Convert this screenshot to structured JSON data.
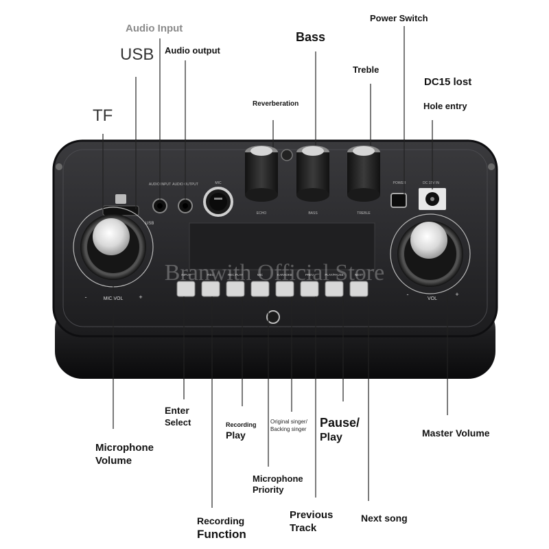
{
  "labels": {
    "audio_input": "Audio Input",
    "usb": "USB",
    "audio_output": "Audio output",
    "tf": "TF",
    "bass": "Bass",
    "power_switch": "Power Switch",
    "treble": "Treble",
    "dc15_lost": "DC15 lost",
    "hole_entry": "Hole entry",
    "reverberation": "Reverberation",
    "enter": "Enter",
    "select": "Select",
    "recording_small": "Recording",
    "play": "Play",
    "original_singer": "Original singer/",
    "backing_singer": "Backing singer",
    "pause": "Pause/",
    "pause_play": "Play",
    "master_volume": "Master Volume",
    "microphone": "Microphone",
    "volume": "Volume",
    "microphone_priority_1": "Microphone",
    "microphone_priority_2": "Priority",
    "recording": "Recording",
    "function": "Function",
    "previous": "Previous",
    "track": "Track",
    "next_song": "Next song"
  },
  "panel_text": {
    "audio_in": "AUDIO INPUT",
    "audio_out": "AUDIO OUTPUT",
    "mic": "MIC",
    "echo": "ECHO",
    "bass": "BASS",
    "treble": "TREBLE",
    "power": "POWER",
    "dc": "DC 15V IN",
    "usb": "USB",
    "mic_vol": "MIC.VOL",
    "vol": "VOL",
    "minus": "-",
    "plus": "+",
    "buttons": [
      "INPUT",
      "REC",
      "REC.PLAY",
      "MIC",
      "KARAOKE",
      "PREV",
      "PLAY/PAUSE",
      "NEXT"
    ]
  },
  "watermark": "Branwith Official Store",
  "colors": {
    "panel": "#2d2d2f",
    "panel_edge": "#0e0e10",
    "line": "#222222",
    "grey_label": "#8a8a8a"
  }
}
